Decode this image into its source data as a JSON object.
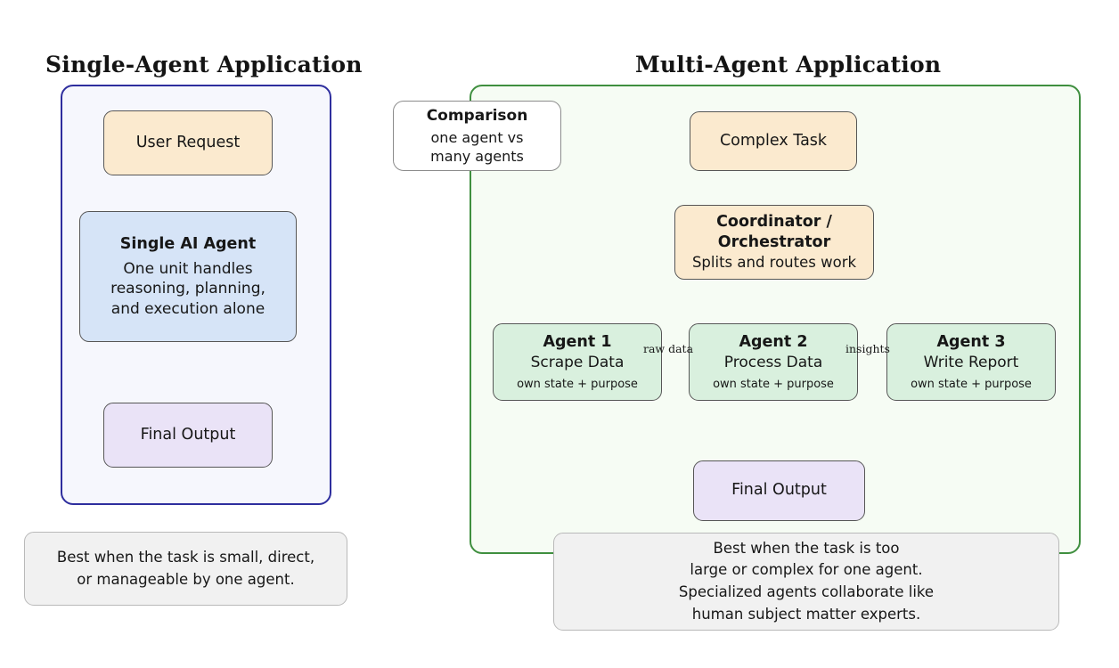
{
  "left_panel": {
    "title": "Single-Agent Application",
    "border_color": "#2e2e9e",
    "background": "#f6f7fd",
    "nodes": {
      "user_request": {
        "label": "User Request",
        "fill": "#fbeacf"
      },
      "single_agent": {
        "title": "Single AI Agent",
        "line1": "One unit handles",
        "line2": "reasoning, planning,",
        "line3": "and execution alone",
        "fill": "#d6e4f7"
      },
      "final_output": {
        "label": "Final Output",
        "fill": "#eae3f7"
      }
    },
    "caption": {
      "line1": "Best when the task is small, direct,",
      "line2": "or manageable by one agent."
    }
  },
  "right_panel": {
    "title": "Multi-Agent Application",
    "border_color": "#3f8f3f",
    "background": "#f6fcf4",
    "comparison": {
      "title": "Comparison",
      "line1": "one agent vs",
      "line2": "many agents"
    },
    "nodes": {
      "complex_task": {
        "label": "Complex Task",
        "fill": "#fbeacf"
      },
      "coordinator": {
        "title_line1": "Coordinator /",
        "title_line2": "Orchestrator",
        "subtitle": "Splits and routes work",
        "fill": "#fbeacf"
      },
      "agents": [
        {
          "title": "Agent 1",
          "role": "Scrape Data",
          "footer": "own state + purpose",
          "fill": "#d9f0de"
        },
        {
          "title": "Agent 2",
          "role": "Process Data",
          "footer": "own state + purpose",
          "fill": "#d9f0de"
        },
        {
          "title": "Agent 3",
          "role": "Write Report",
          "footer": "own state + purpose",
          "fill": "#d9f0de"
        }
      ],
      "final_output": {
        "label": "Final Output",
        "fill": "#eae3f7"
      }
    },
    "edge_labels": {
      "agent1_to_agent2": "raw data",
      "agent2_to_agent3": "insights"
    },
    "caption": {
      "line1": "Best when the task is too",
      "line2": "large or complex for one agent.",
      "line3": "Specialized agents collaborate like",
      "line4": "human subject matter experts."
    }
  }
}
